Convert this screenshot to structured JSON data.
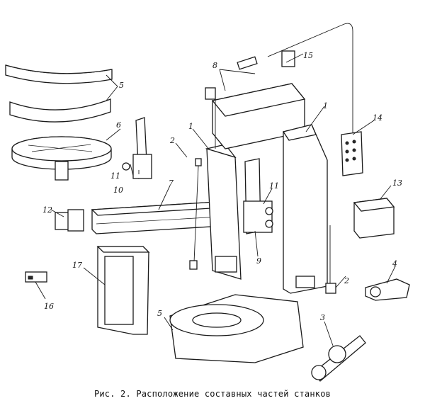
{
  "caption": "Рис. 2. Расположение составных частей станков",
  "labels": [
    "1",
    "1",
    "2",
    "2",
    "3",
    "4",
    "5",
    "5",
    "6",
    "7",
    "8",
    "9",
    "10",
    "11",
    "11",
    "12",
    "13",
    "14",
    "15",
    "16",
    "17"
  ],
  "colors": {
    "ink": "#1a1a1a",
    "paper": "#ffffff"
  }
}
